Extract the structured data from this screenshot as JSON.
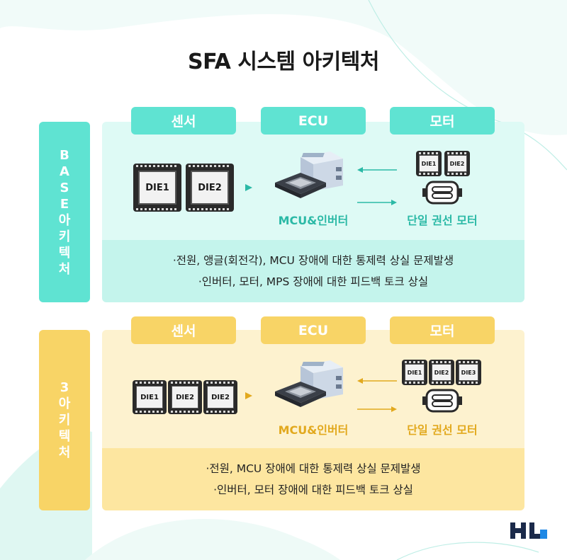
{
  "title": "SFA 시스템 아키텍처",
  "colors": {
    "teal": "#5fe3d2",
    "teal_light": "#defaf5",
    "teal_mid": "#c4f4ec",
    "teal_text": "#2bb9a6",
    "yellow": "#f8d466",
    "yellow_light": "#fdf2cf",
    "yellow_mid": "#fde6a0",
    "yellow_text": "#e2a91e",
    "logo_dark": "#1b2a4a",
    "logo_blue": "#1e88e5"
  },
  "base": {
    "label_chars": [
      "B",
      "A",
      "S",
      "E",
      "아",
      "키",
      "텍",
      "처"
    ],
    "tabs": {
      "sensor": "센서",
      "ecu": "ECU",
      "motor": "모터"
    },
    "sensor_dies": [
      "DIE1",
      "DIE2"
    ],
    "motor_dies": [
      "DIE1",
      "DIE2"
    ],
    "ecu_caption": "MCU&인버터",
    "motor_caption": "단일 권선 모터",
    "notes": [
      "·전원, 앵글(회전각), MCU 장애에 대한 통제력 상실 문제발생",
      "·인버터, 모터, MPS 장애에 대한 피드백 토크 상실"
    ]
  },
  "three": {
    "label_chars": [
      "3",
      "아",
      "키",
      "텍",
      "처"
    ],
    "tabs": {
      "sensor": "센서",
      "ecu": "ECU",
      "motor": "모터"
    },
    "sensor_dies": [
      "DIE1",
      "DIE2",
      "DIE2"
    ],
    "motor_dies": [
      "DIE1",
      "DIE2",
      "DIE3"
    ],
    "ecu_caption": "MCU&인버터",
    "motor_caption": "단일 권선 모터",
    "notes": [
      "·전원, MCU 장애에 대한 통제력 상실 문제발생",
      "·인버터, 모터 장애에 대한 피드백 토크 상실"
    ]
  },
  "logo_text": "HL"
}
